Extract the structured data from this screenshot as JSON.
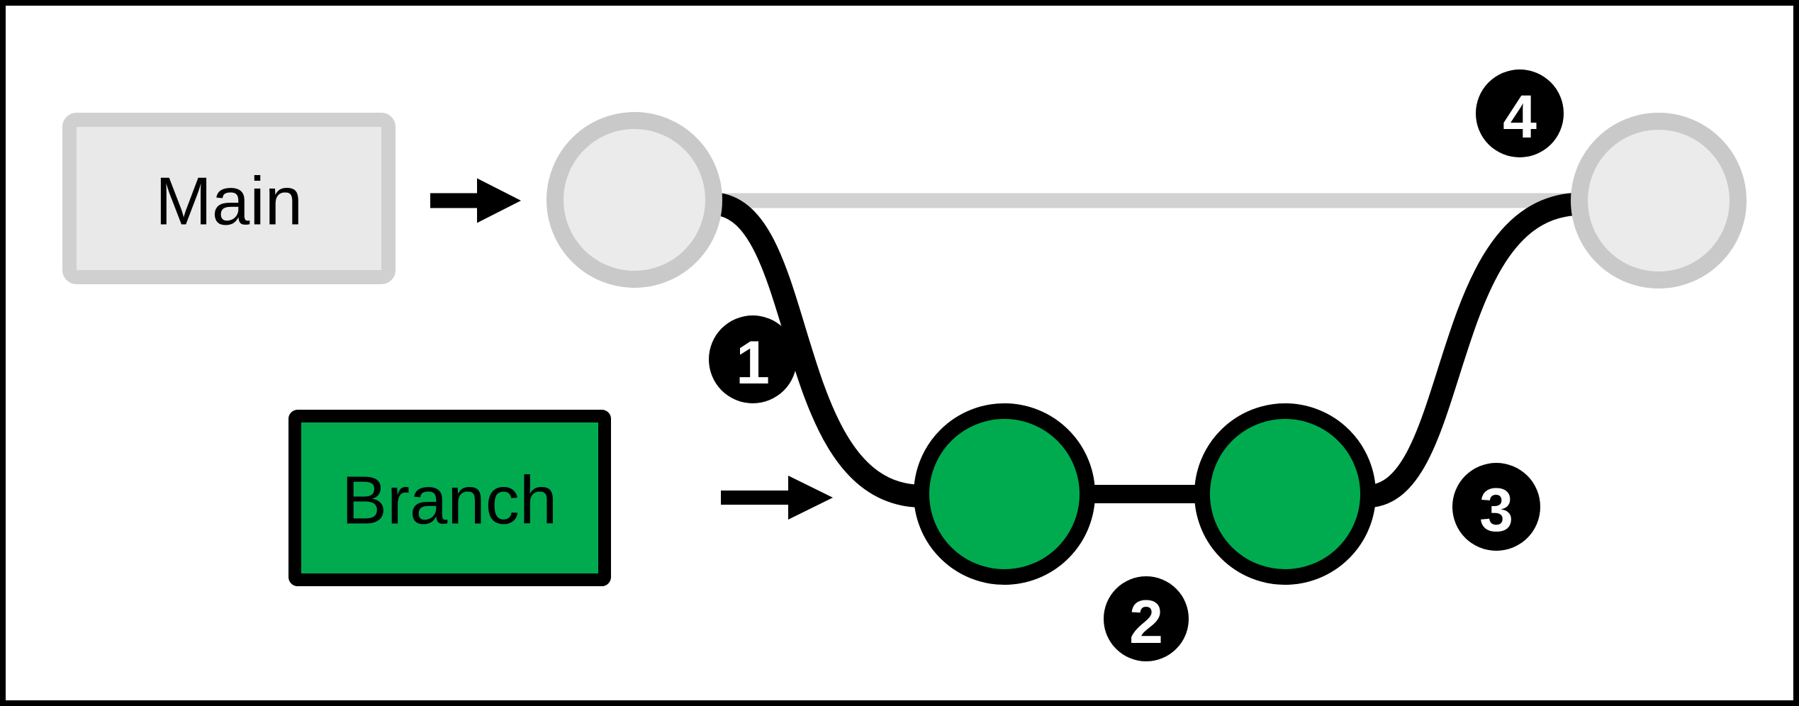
{
  "labels": {
    "main": "Main",
    "branch": "Branch"
  },
  "step_badges": [
    {
      "number": "1"
    },
    {
      "number": "2"
    },
    {
      "number": "3"
    },
    {
      "number": "4"
    }
  ],
  "colors": {
    "background": "#ffffff",
    "frame_border": "#000000",
    "black": "#000000",
    "white": "#ffffff",
    "green": "#00ab50",
    "gray_node_border": "#c9c9c9",
    "gray_node_fill": "#ebebeb",
    "gray_line": "#d2d2d2",
    "main_box_border": "#d0d0d0",
    "main_box_fill": "#e9e9e9",
    "text": "#000000"
  }
}
